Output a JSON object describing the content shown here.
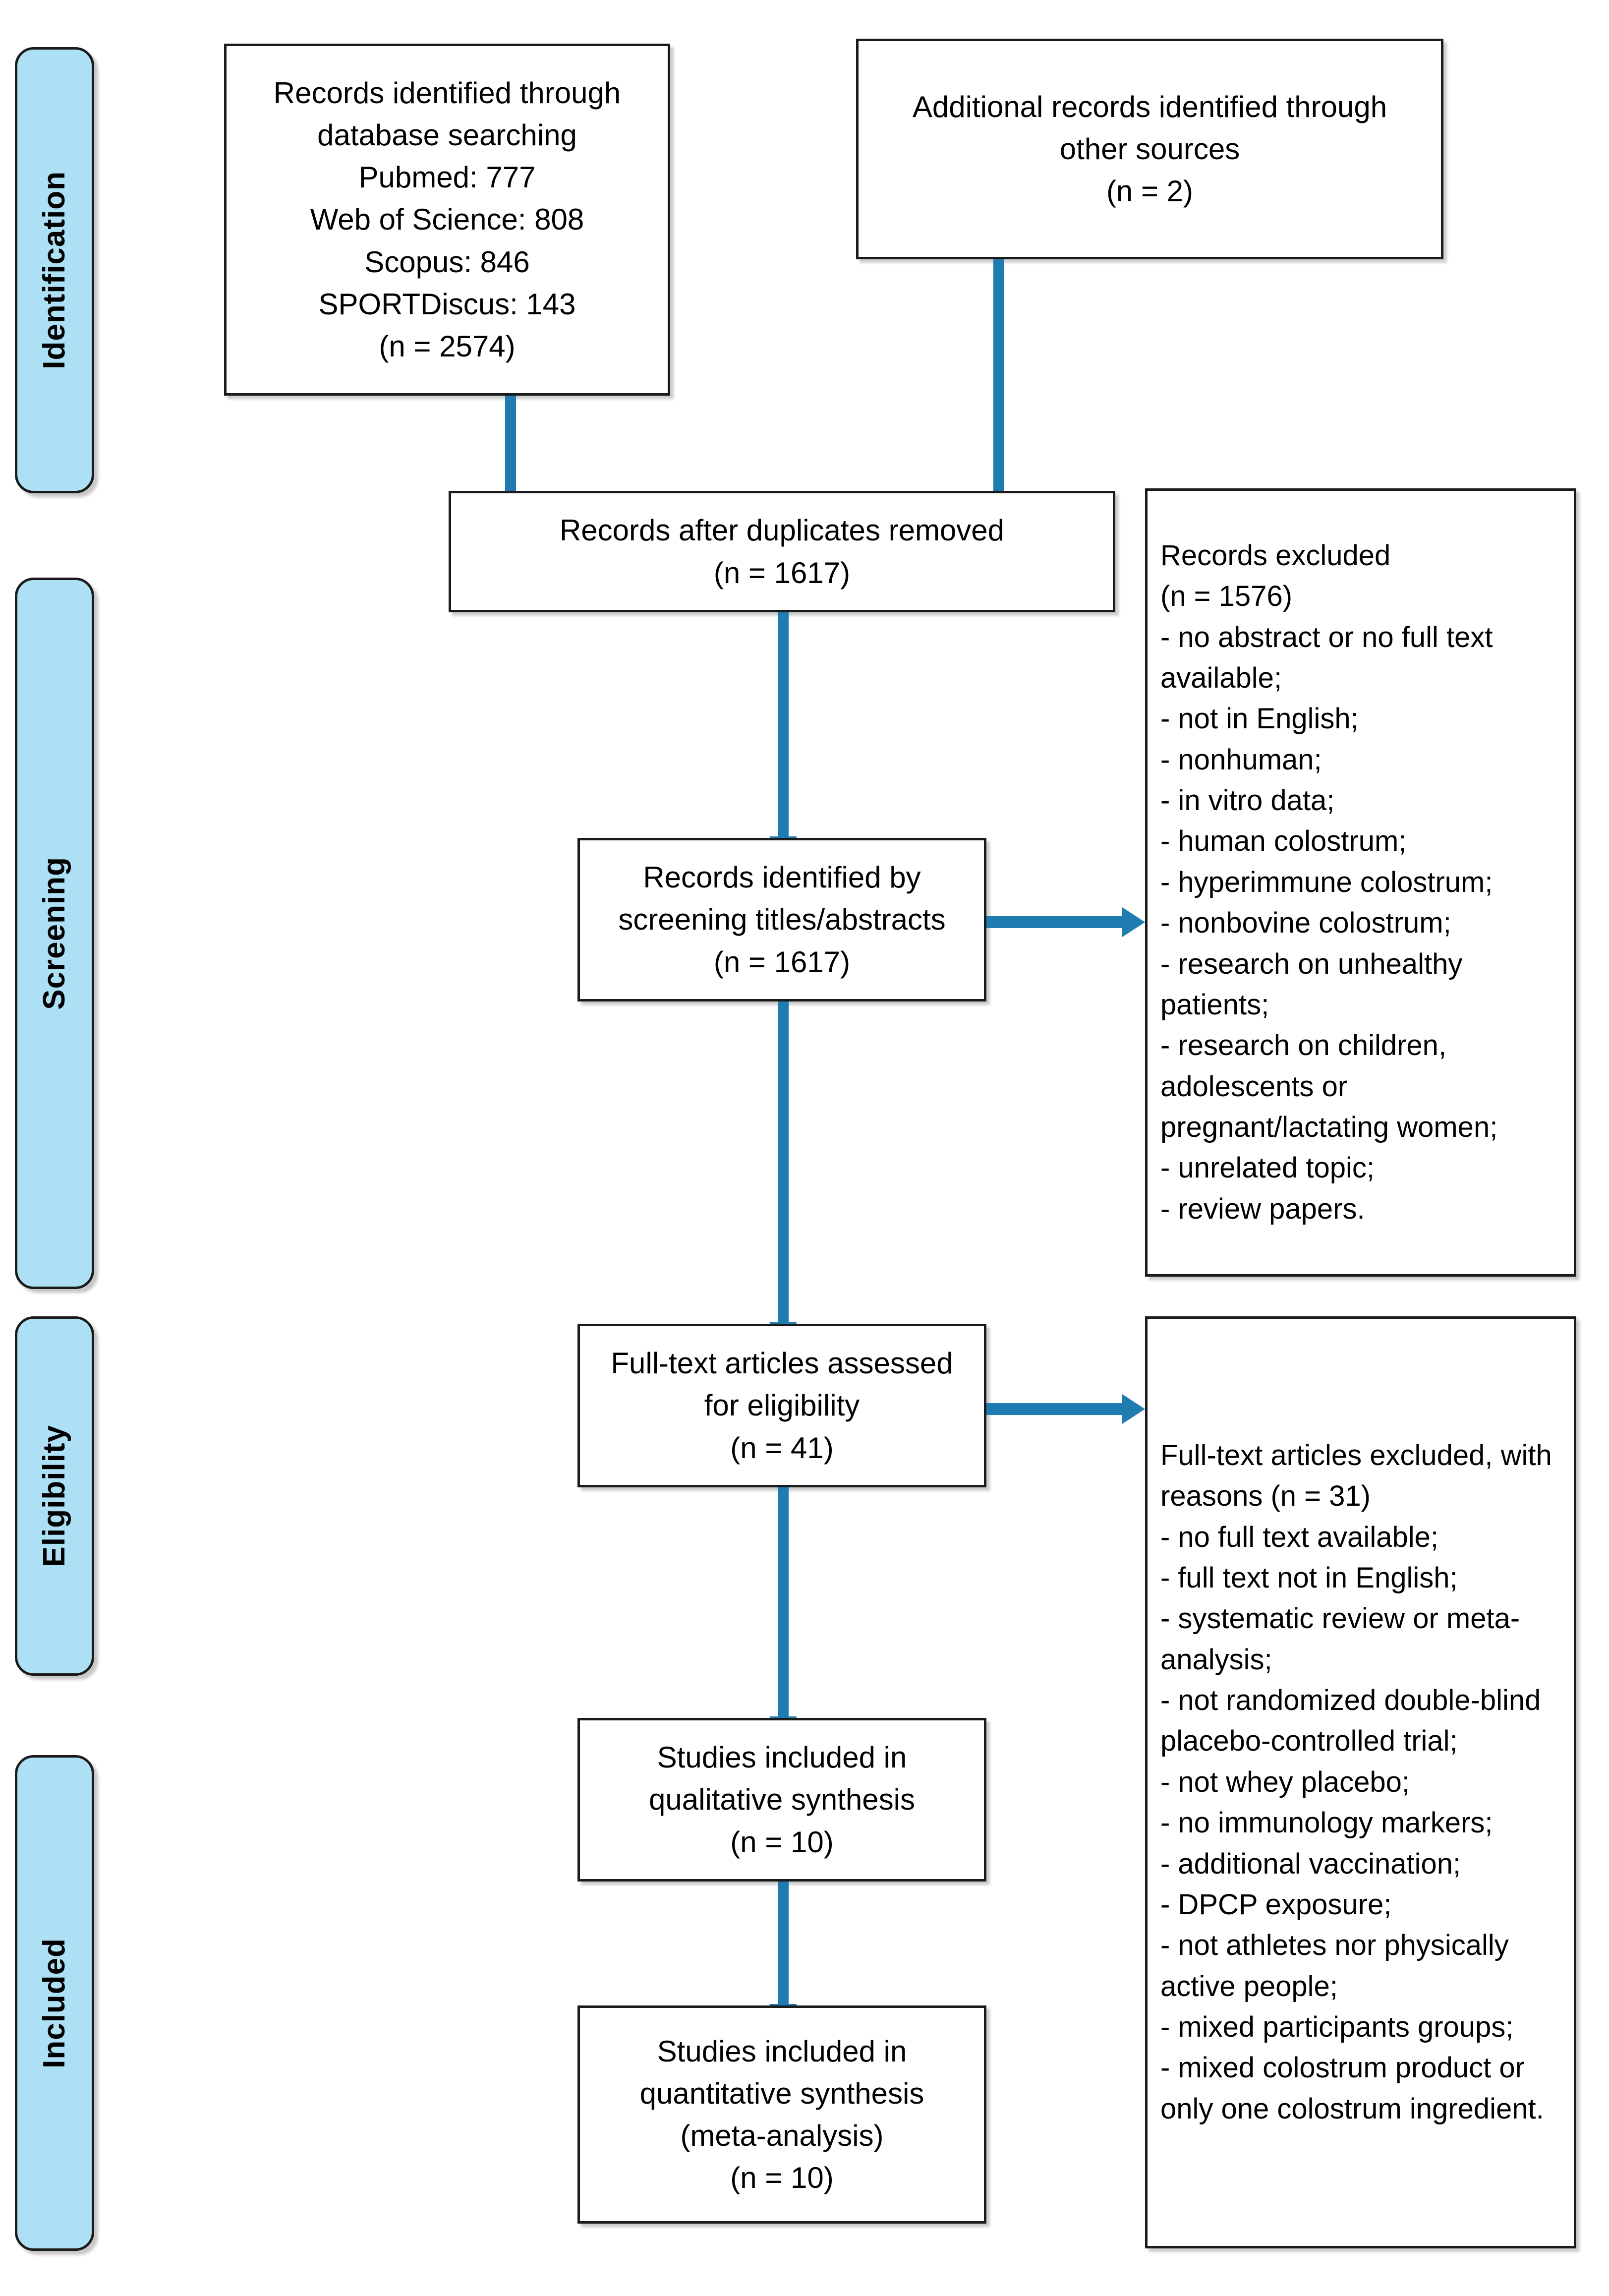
{
  "diagram": {
    "title": "PRISMA flow diagram",
    "accent_color": "#1F7BB0",
    "stage_pill_color": "#ADE0F5",
    "box_border_color": "#1a1a1a"
  },
  "stages": [
    {
      "label": "Identification"
    },
    {
      "label": "Screening"
    },
    {
      "label": "Eligibility"
    },
    {
      "label": "Included"
    }
  ],
  "boxes": {
    "identification_database": {
      "text": "Records identified through\ndatabase searching\nPubmed: 777\nWeb of Science: 808\nScopus: 846\nSPORTDiscus: 143\n(n = 2574)"
    },
    "identification_other": {
      "text": "Additional records identified through\nother sources\n(n = 2)"
    },
    "duplicates_removed": {
      "text": "Records after duplicates removed\n(n = 1617)"
    },
    "records_excluded": {
      "text": "Records excluded\n(n = 1576)\n- no abstract or no full text available;\n- not in English;\n- nonhuman;\n- in vitro data;\n- human colostrum;\n- hyperimmune colostrum;\n- nonbovine colostrum;\n- research on unhealthy patients;\n- research on children, adolescents or pregnant/lactating women;\n- unrelated topic;\n- review papers."
    },
    "screening_titles": {
      "text": "Records identified by\nscreening titles/abstracts\n(n = 1617)"
    },
    "fulltext_assessed": {
      "text": "Full-text articles assessed\nfor eligibility\n(n = 41)"
    },
    "fulltext_excluded": {
      "text": "Full-text articles excluded, with reasons (n = 31)\n- no full text available;\n- full text not in English;\n- systematic review or meta-analysis;\n- not randomized double-blind placebo-controlled trial;\n- not whey placebo;\n- no immunology markers;\n- additional vaccination;\n- DPCP exposure;\n- not athletes nor physically active people;\n- mixed participants groups;\n- mixed colostrum product or only one colostrum ingredient."
    },
    "qualitative_synthesis": {
      "text": "Studies included in\nqualitative synthesis\n(n = 10)"
    },
    "quantitative_synthesis": {
      "text": "Studies included in\nquantitative synthesis\n(meta-analysis)\n(n = 10)"
    }
  },
  "counts": {
    "pubmed": 777,
    "web_of_science": 808,
    "scopus": 846,
    "sportdiscus": 143,
    "total_database": 2574,
    "other_sources": 2,
    "after_duplicates": 1617,
    "records_excluded": 1576,
    "screened": 1617,
    "fulltext_assessed": 41,
    "fulltext_excluded": 31,
    "qualitative": 10,
    "quantitative": 10
  }
}
